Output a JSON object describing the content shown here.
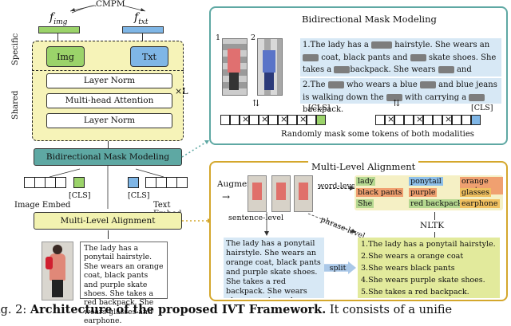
{
  "cmpm_label": "CMPM",
  "f_img": "f",
  "f_img_sub": "img",
  "f_txt": "f",
  "f_txt_sub": "txt",
  "specific_label": "Specific",
  "shared_label": "Shared",
  "img_label": "Img",
  "txt_label": "Txt",
  "layer_norm_top": "Layer Norm",
  "mha_label": "Multi-head Attention",
  "layer_norm_bottom": "Layer Norm",
  "times_l": "×L",
  "bmm_box_label": "Bidirectional Mask Modeling",
  "cls_left": "[CLS]",
  "cls_right": "[CLS]",
  "image_embed": "Image Embed",
  "text_embed": "Text Embed",
  "mla_box_label": "Multi-Level Alignment",
  "input_text": "The lady has a ponytail hairstyle. She wears an orange coat, black pants and purple skate shoes. She takes a red backpack. She wears glasses and earphone.",
  "bmm_panel": {
    "title": "Bidirectional Mask Modeling",
    "img1_num": "1",
    "img2_num": "2",
    "s1_a": "1.The lady has a",
    "s1_b": "hairstyle. She wears an",
    "s1_c": "coat, black pants and",
    "s1_d": "skate shoes.",
    "s1_e": "She takes a",
    "s1_f": "backpack. She wears",
    "s1_g": "and earphone.",
    "s2_a": "2.The",
    "s2_b": "who wears a blue",
    "s2_c": "and blue jeans is",
    "s2_d": "walking down the",
    "s2_e": "with carrying a",
    "s2_f": "backpack.",
    "cls1": "[CLS]",
    "cls2": "[CLS]",
    "caption": "Randomly mask some tokens of both modalities"
  },
  "mla_panel": {
    "title": "Multi-Level Alignment",
    "augment": "Augment",
    "word_level": "word-level",
    "sentence_level": "sentence-level",
    "phrase_level": "phrase-level",
    "nltk": "NLTK",
    "split": "split",
    "words": [
      "lady",
      "ponytail",
      "orange coat",
      "black pants",
      "purple",
      "glasses",
      "She",
      "red backpack",
      "earphone"
    ],
    "paragraph": "The lady has a ponytail hairstyle. She wears an orange coat, black pants and purple skate shoes. She takes a red backpack. She wears glasses and earphone.",
    "sentences": [
      "1.The lady has a ponytail hairstyle.",
      "2.She wears a orange coat",
      "3.She wears black pants",
      "4.She wears purple skate shoes.",
      "5.She takes a red backpack."
    ]
  },
  "caption": {
    "prefix": "ig. 2: ",
    "bold": "Architecture of the proposed IVT Framework.",
    "rest": " It consists of a unifie"
  },
  "colors": {
    "green": "#9bd36a",
    "blue": "#7fb6e6",
    "teal": "#5ea8a3",
    "yellow": "#f2f2b0",
    "gold": "#d4a72c",
    "panel_blue": "#d7e8f5"
  }
}
